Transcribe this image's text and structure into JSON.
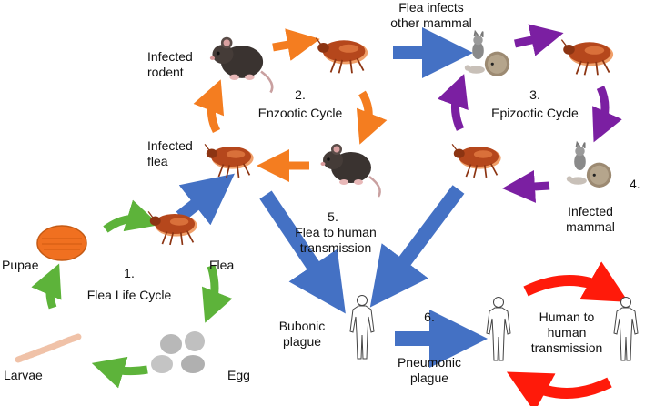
{
  "colors": {
    "green": "#5db33a",
    "orange": "#f47d20",
    "purple": "#7b1fa2",
    "blue": "#4471c4",
    "red": "#ff1a0a",
    "flea": "#b5471c",
    "rat": "#3a3330",
    "human": "#ffffff"
  },
  "icons": {
    "flea": "flea-icon",
    "rat": "rat-icon",
    "pupa": "pupa-icon",
    "larva": "larva-icon",
    "egg": "egg-icon",
    "mammal": "mammal-group-icon",
    "human": "human-silhouette-icon"
  },
  "labels": {
    "flea_infects": "Flea infects\nother mammal",
    "infected_rodent": "Infected\nrodent",
    "enzootic_num": "2.",
    "enzootic": "Enzootic Cycle",
    "epizootic_num": "3.",
    "epizootic": "Epizootic Cycle",
    "infected_flea": "Infected\nflea",
    "num4": "4.",
    "infected_mammal": "Infected\nmammal",
    "transmission_num": "5.",
    "transmission": "Flea to human\ntransmission",
    "life_num": "1.",
    "life_cycle": "Flea Life Cycle",
    "pupae": "Pupae",
    "flea": "Flea",
    "larvae": "Larvae",
    "egg": "Egg",
    "bubonic": "Bubonic\nplague",
    "num6": "6.",
    "pneumonic": "Pneumonic\nplague",
    "h2h": "Human to\nhuman\ntransmission"
  }
}
